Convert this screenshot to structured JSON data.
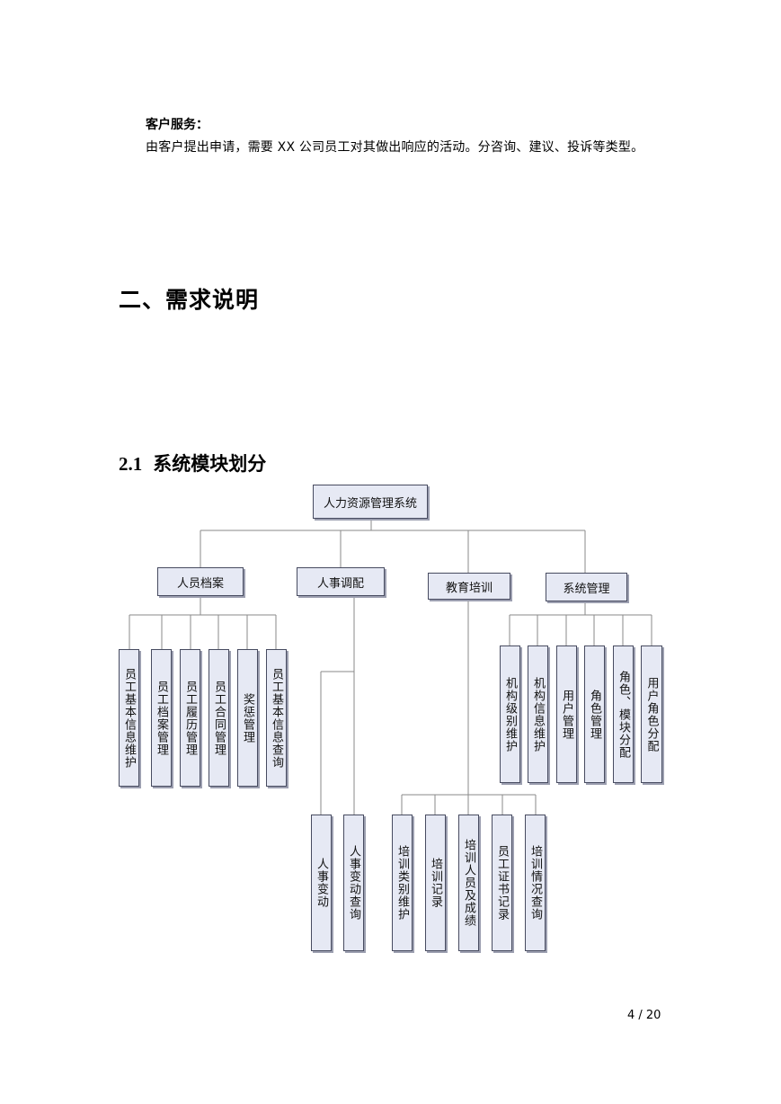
{
  "section_service": {
    "title": "客户服务：",
    "body": "由客户提出申请，需要 XX 公司员工对其做出响应的活动。分咨询、建议、投诉等类型。"
  },
  "heading1": "二、需求说明",
  "heading2": {
    "number": "2.1",
    "title": "系统模块划分"
  },
  "org_chart": {
    "root": "人力资源管理系统",
    "branches": [
      "人员档案",
      "人事调配",
      "教育培训",
      "系统管理"
    ],
    "personnel_files": [
      "员工基本信息维护",
      "员工档案管理",
      "员工履历管理",
      "员工合同管理",
      "奖惩管理",
      "员工基本信息查询"
    ],
    "personnel_transfer": [
      "人事变动",
      "人事变动查询"
    ],
    "education_training": [
      "培训类别维护",
      "培训记录",
      "培训人员及成绩",
      "员工证书记录",
      "培训情况查询"
    ],
    "system_management": [
      "机构级别维护",
      "机构信息维护",
      "用户管理",
      "角色管理",
      "角色、模块分配",
      "用户角色分配"
    ]
  },
  "page_number": "4 / 20"
}
